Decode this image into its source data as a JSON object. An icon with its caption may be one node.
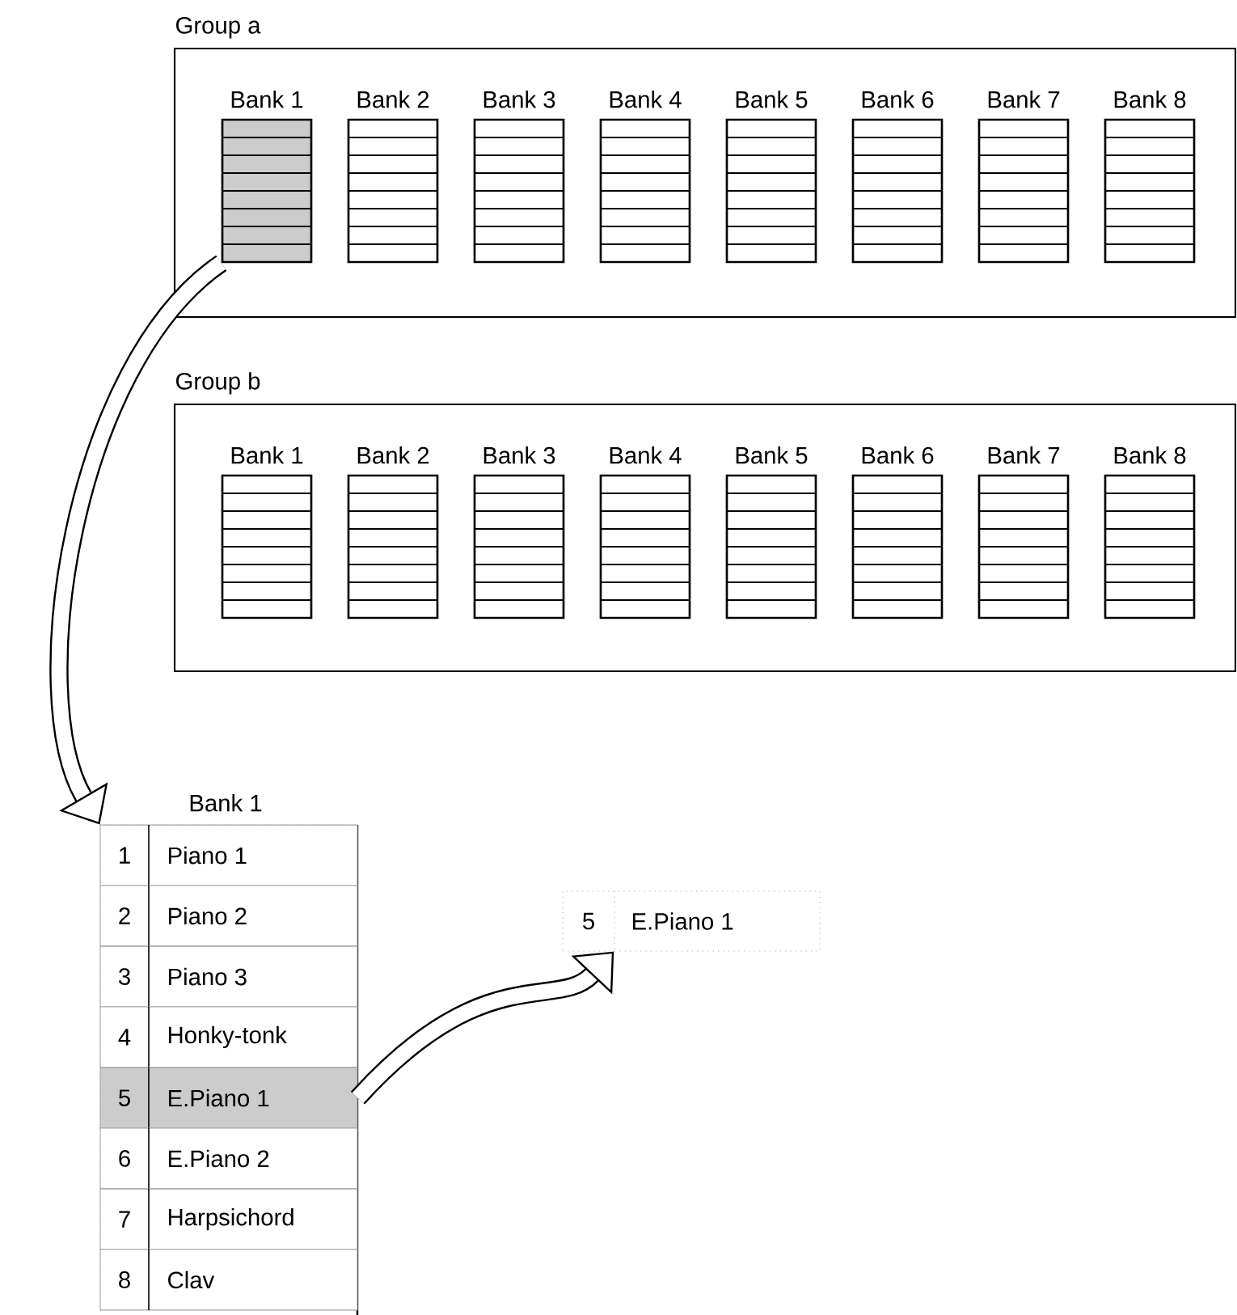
{
  "diagram": {
    "nodes": [
      {
        "text": [
          "Group a"
        ]
      },
      {
        "text": [
          "Bank 1"
        ],
        "in": 0
      },
      {
        "text": [
          "Bank 2"
        ],
        "in": 0
      },
      {
        "text": [
          "Bank 3"
        ],
        "in": 0
      },
      {
        "text": [
          "Bank 4"
        ],
        "in": 0
      },
      {
        "text": [
          "Bank 5"
        ],
        "in": 0
      },
      {
        "text": [
          "Bank 6"
        ],
        "in": 0
      },
      {
        "text": [
          "Bank 7"
        ],
        "in": 0
      },
      {
        "text": [
          "Bank 8"
        ],
        "in": 0
      },
      {
        "text": [
          "Group b"
        ]
      },
      {
        "text": [
          "Bank 1"
        ],
        "in": 9
      },
      {
        "text": [
          "Bank 2"
        ],
        "in": 9
      },
      {
        "text": [
          "Bank 3"
        ],
        "in": 9
      },
      {
        "text": [
          "Bank 4"
        ],
        "in": 9
      },
      {
        "text": [
          "Bank 5"
        ],
        "in": 9
      },
      {
        "text": [
          "Bank 6"
        ],
        "in": 9
      },
      {
        "text": [
          "Bank 7"
        ],
        "in": 9
      },
      {
        "text": [
          "Bank 8"
        ],
        "in": 9
      },
      {
        "text": [
          "Bank 1"
        ]
      },
      {
        "text": [
          "1",
          "Piano 1"
        ],
        "in": 18
      },
      {
        "text": [
          "2",
          "Piano 2"
        ],
        "in": 18
      },
      {
        "text": [
          "3",
          "Piano 3"
        ],
        "in": 18
      },
      {
        "text": [
          "4",
          "Honky-tonk"
        ],
        "in": 18
      },
      {
        "text": [
          "5",
          "E.Piano 1"
        ],
        "in": 18
      },
      {
        "text": [
          "6",
          "E.Piano 2"
        ],
        "in": 18
      },
      {
        "text": [
          "7",
          "Harpsichord"
        ],
        "in": 18
      },
      {
        "text": [
          "8",
          "Clav"
        ],
        "in": 18
      },
      {
        "text": [
          "5",
          "E.Piano 1"
        ]
      }
    ],
    "edges": [
      {
        "from": 1,
        "to": 18,
        "arrow": "to"
      },
      {
        "from": 23,
        "to": 27,
        "arrow": "to"
      }
    ]
  }
}
